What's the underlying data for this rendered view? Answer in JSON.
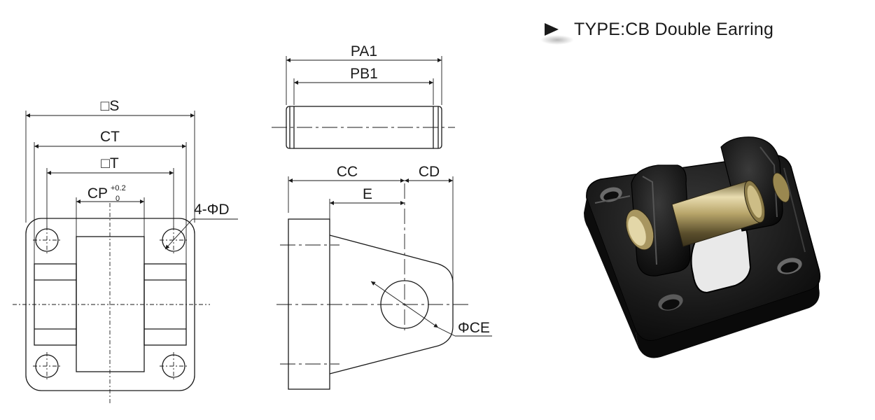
{
  "header": {
    "title": "TYPE:CB Double Earring",
    "bullet_icon": "triangle-right-icon"
  },
  "front_view": {
    "label_s": "□S",
    "label_ct": "CT",
    "label_t": "□T",
    "label_cp": "CP",
    "label_cp_tol_upper": "+0.2",
    "label_cp_tol_lower": "0",
    "label_d": "4-ΦD"
  },
  "pin_view": {
    "label_pa1": "PA1",
    "label_pb1": "PB1"
  },
  "side_view": {
    "label_cc": "CC",
    "label_cd": "CD",
    "label_e": "E",
    "label_ce": "ΦCE"
  },
  "photo": {
    "icon": "double-earring-photo-icon"
  },
  "colors": {
    "line": "#1a1a1a",
    "bracket_body": "#151515",
    "pin_metal": "#b8a56a"
  }
}
